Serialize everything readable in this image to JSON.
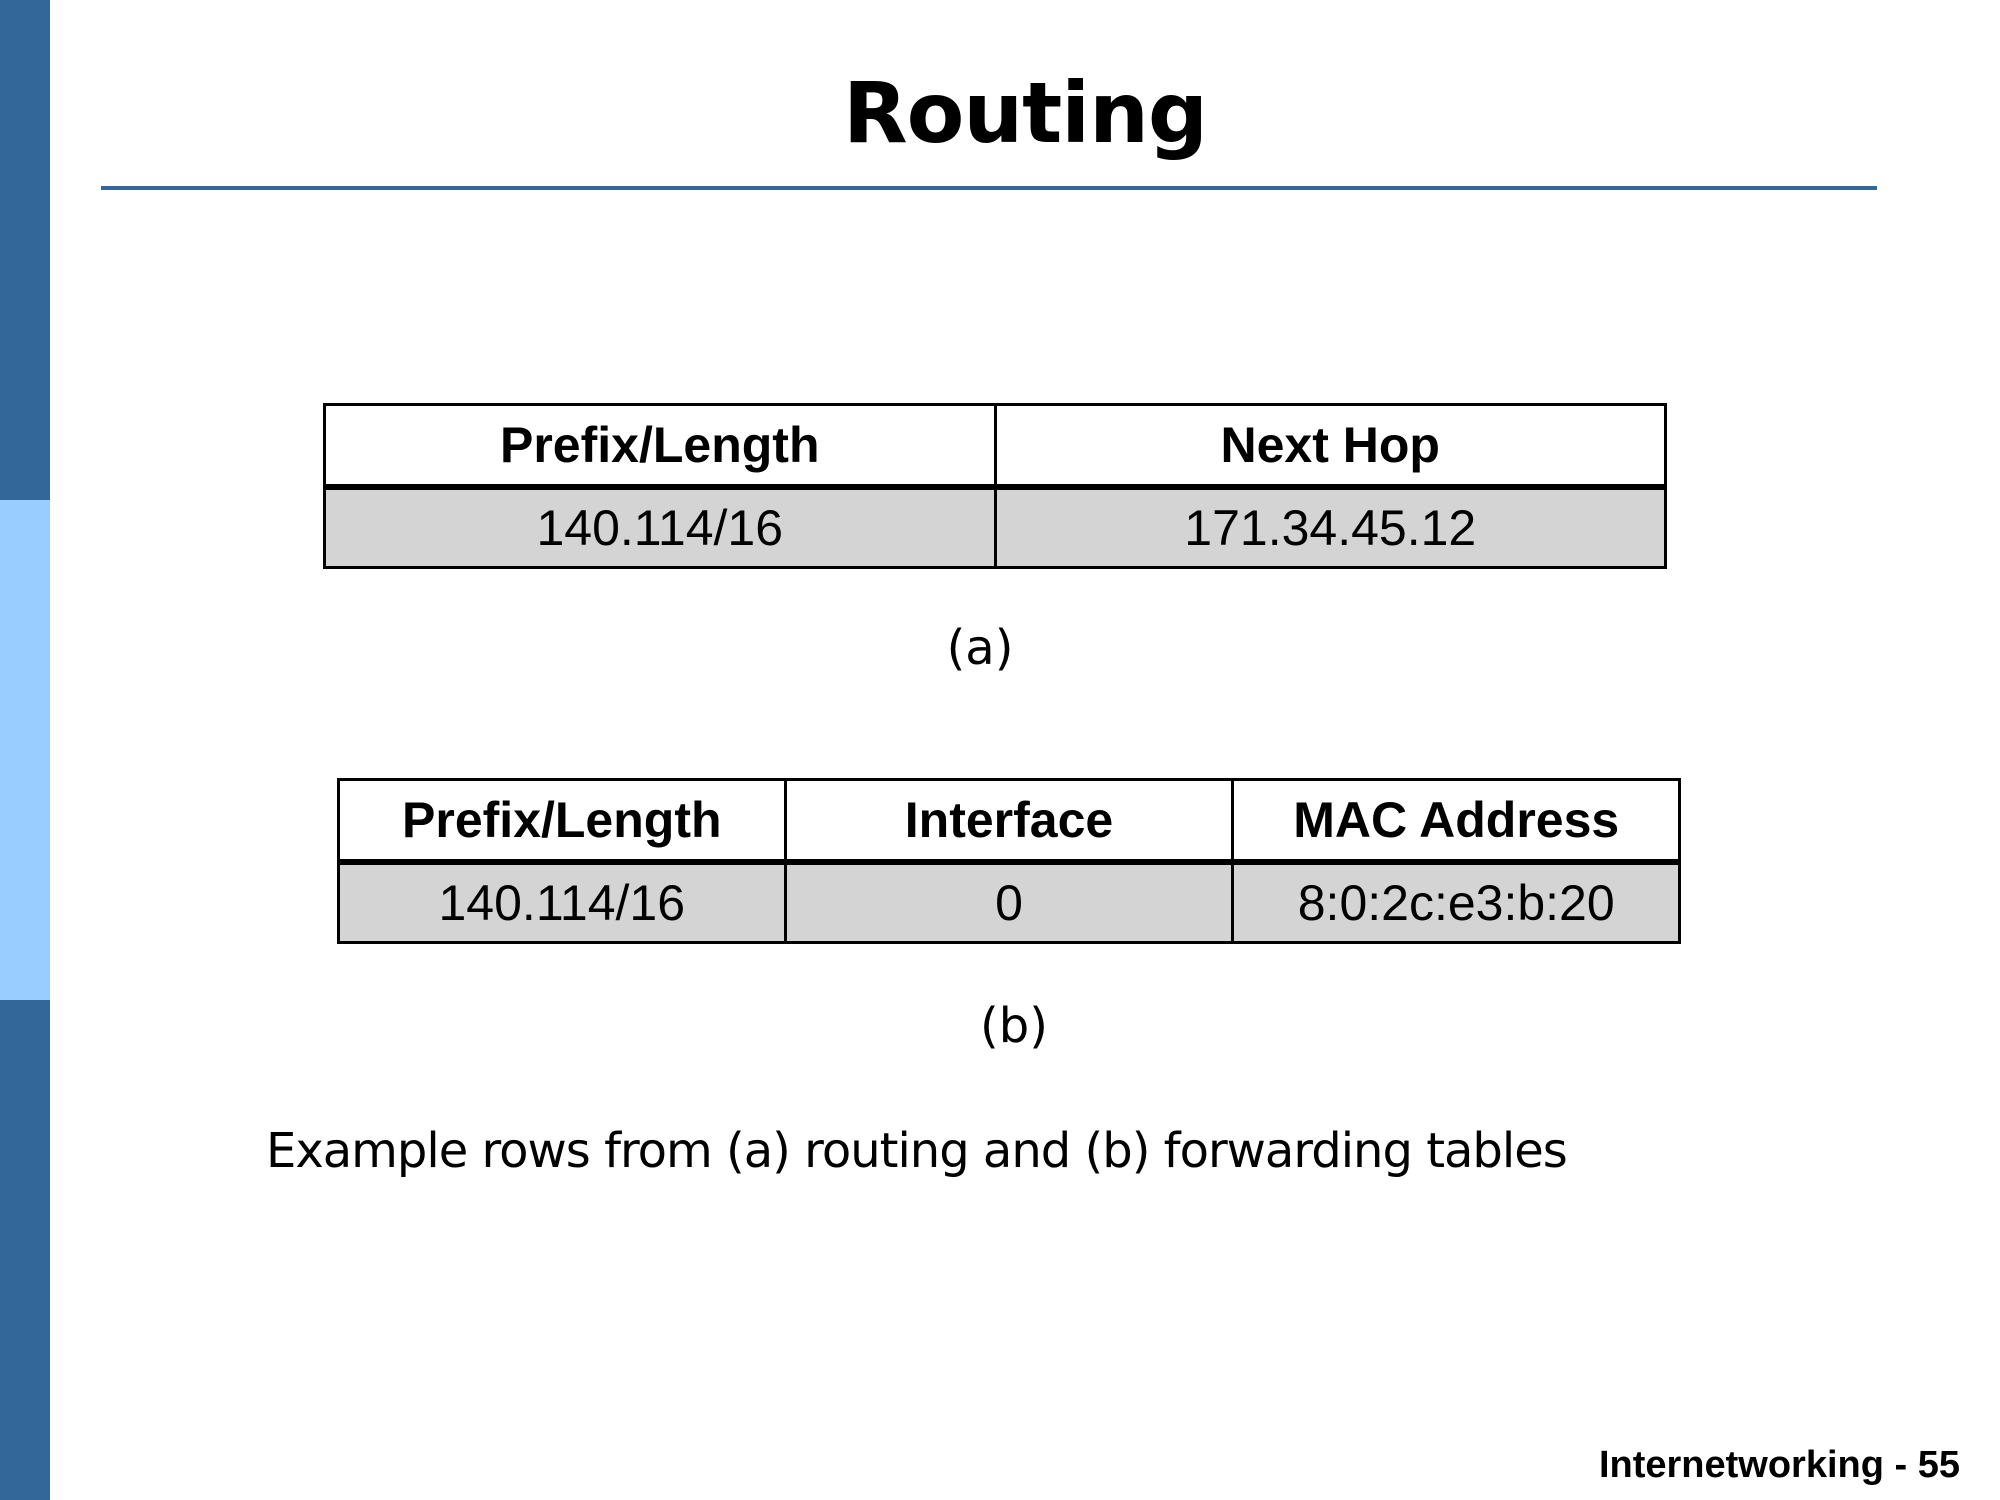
{
  "slide": {
    "title": "Routing",
    "caption": "Example rows from (a) routing and (b) forwarding tables",
    "footer": "Internetworking - 55"
  },
  "table_a": {
    "label": "(a)",
    "headers": [
      "Prefix/Length",
      "Next Hop"
    ],
    "rows": [
      [
        "140.114/16",
        "171.34.45.12"
      ]
    ]
  },
  "table_b": {
    "label": "(b)",
    "headers": [
      "Prefix/Length",
      "Interface",
      "MAC Address"
    ],
    "rows": [
      [
        "140.114/16",
        "0",
        "8:0:2c:e3:b:20"
      ]
    ]
  },
  "colors": {
    "accent_dark": "#336699",
    "accent_light": "#99ccff",
    "row_fill": "#d4d4d4"
  }
}
